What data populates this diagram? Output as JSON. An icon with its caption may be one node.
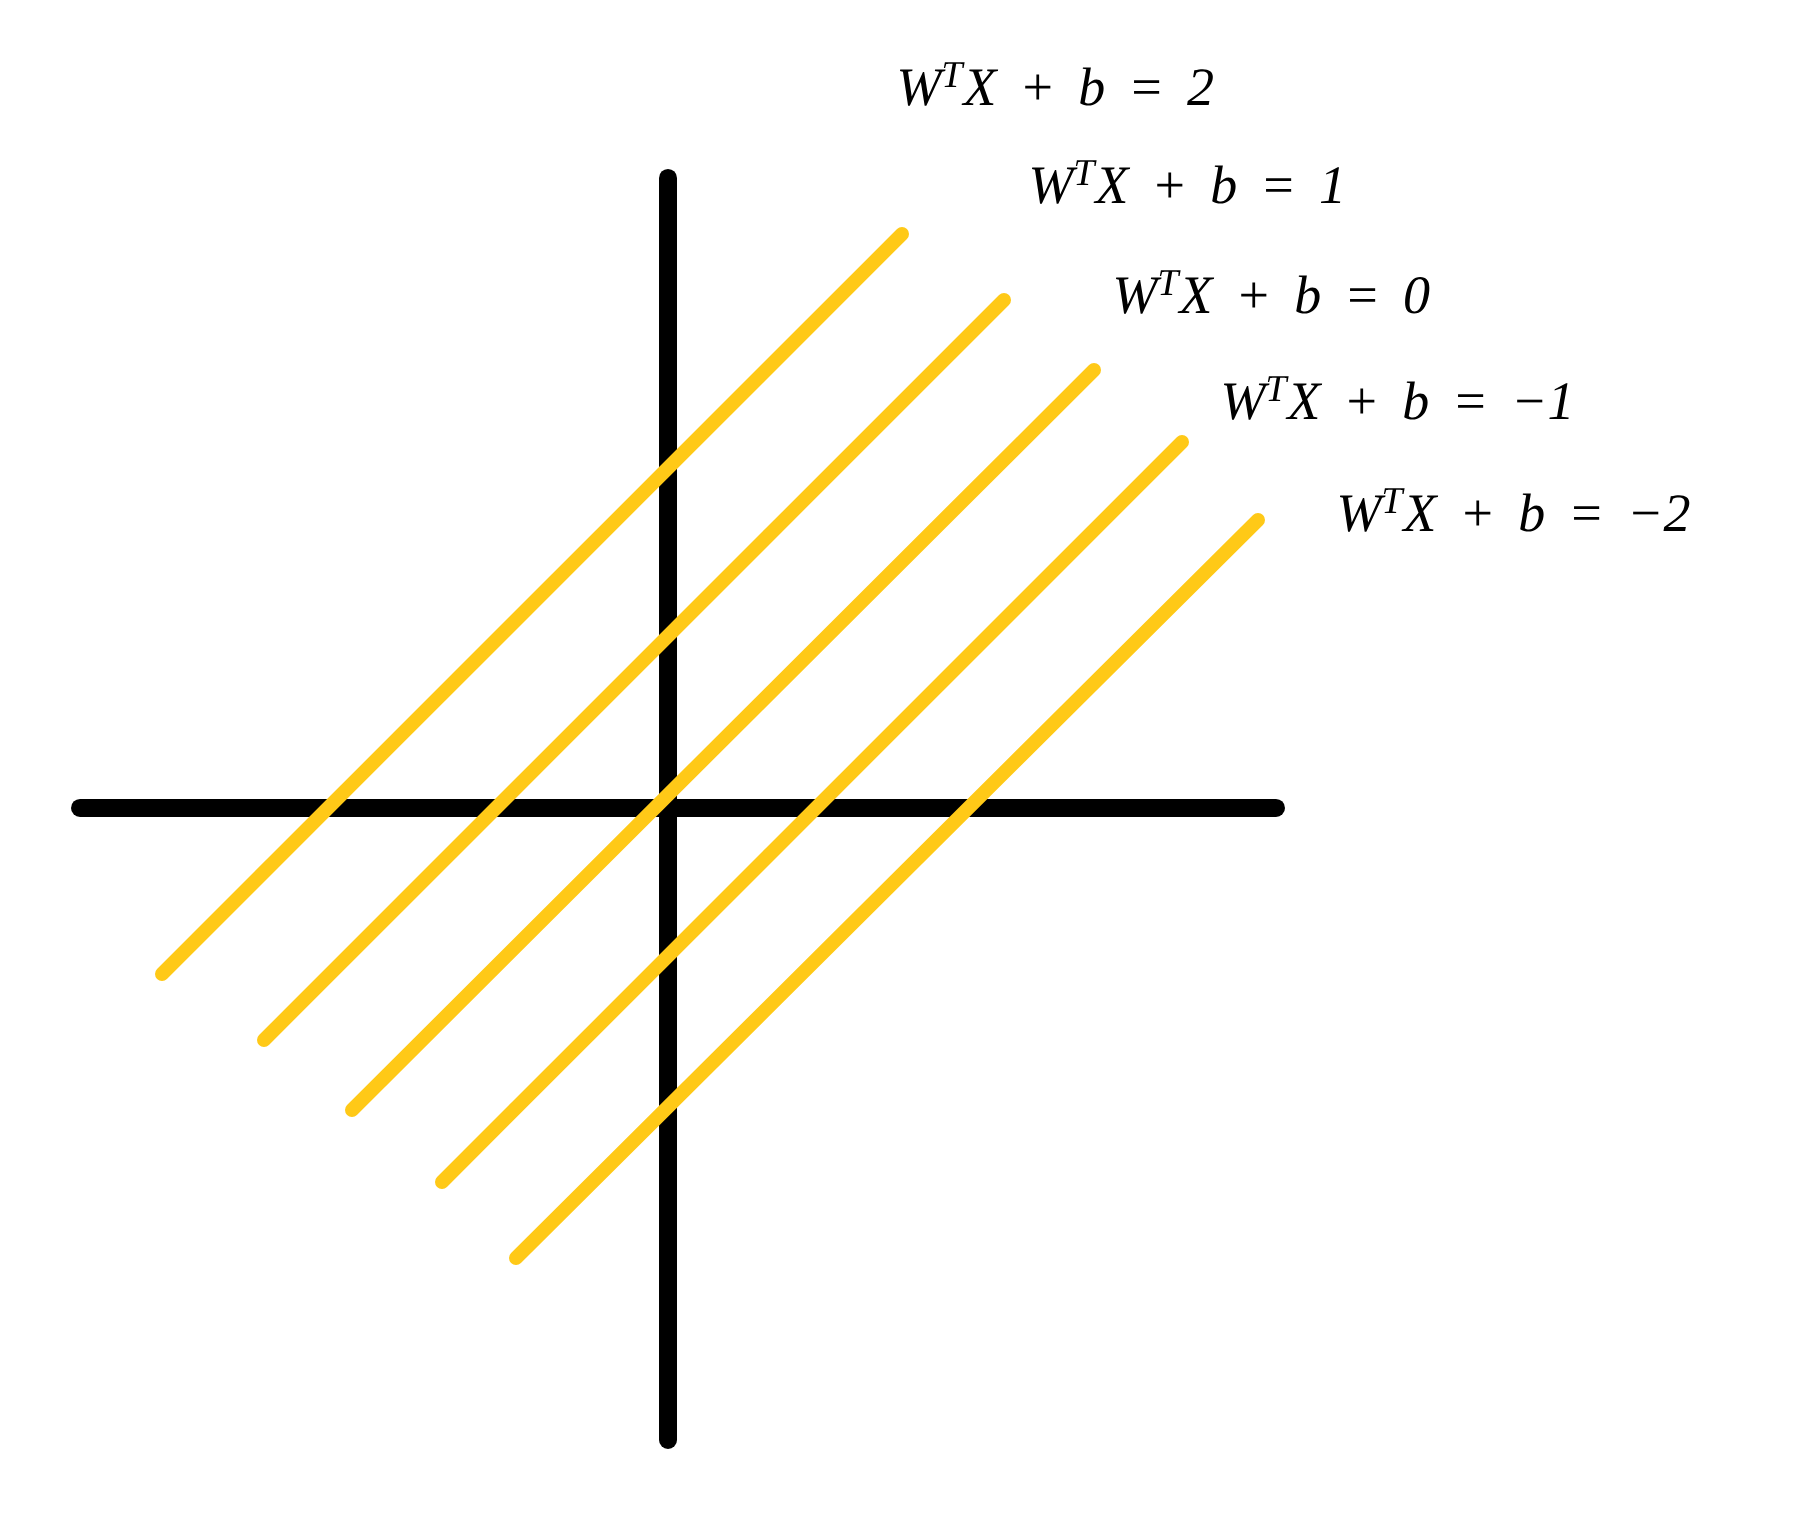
{
  "diagram": {
    "labels": [
      "W$^{T}$X + b = 2",
      "W$^{T}$X + b = 1",
      "W$^{T}$X + b = 0",
      "W$^{T}$X + b = −1",
      "W$^{T}$X + b = −2"
    ]
  }
}
